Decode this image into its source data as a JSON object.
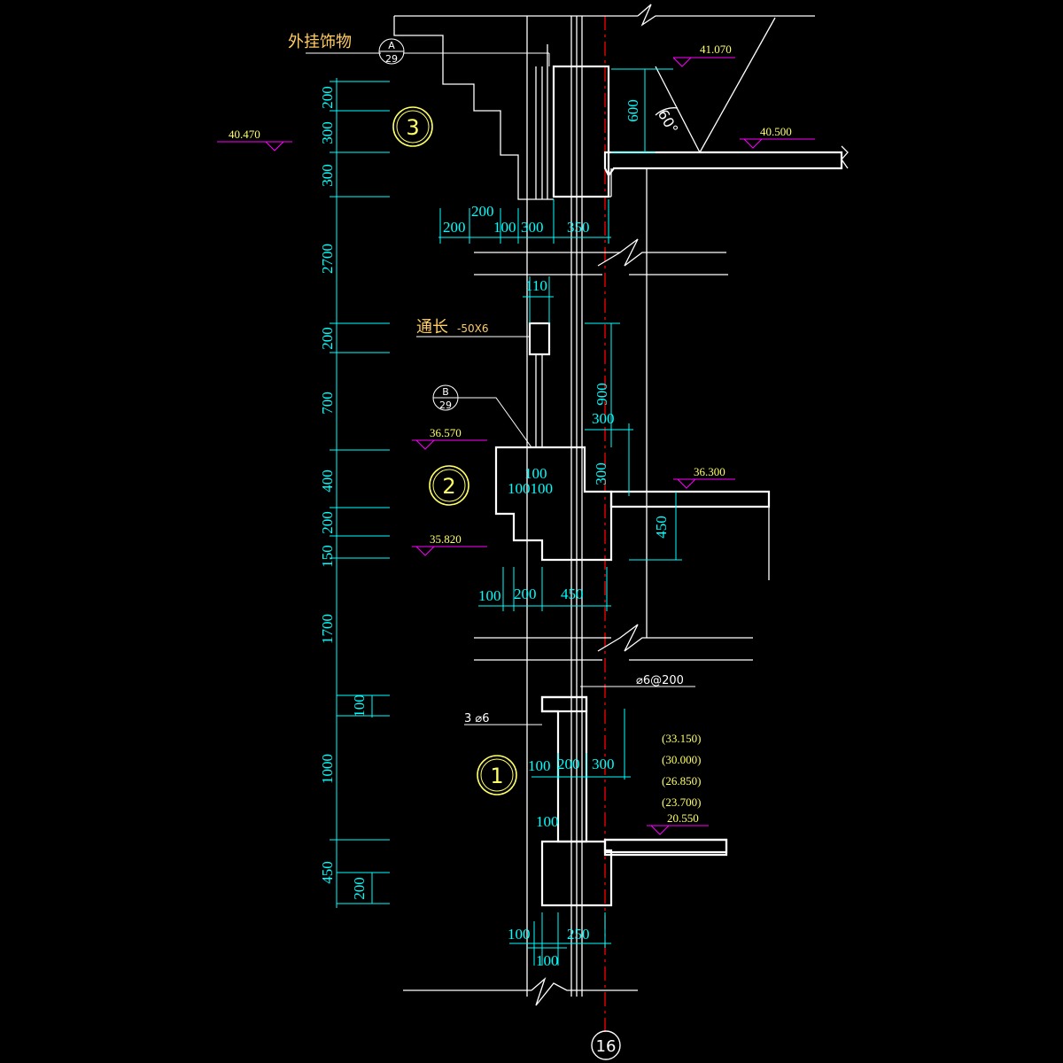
{
  "callouts": {
    "hanging_ornament": "外挂饰物",
    "tongchang": "通长",
    "flat_bar": "-50X6",
    "rebar_3phi6": "3 ⌀6",
    "rebar_phi6_200": "⌀6@200",
    "ref_a_letter": "A",
    "ref_a_sheet": "29",
    "ref_b_letter": "B",
    "ref_b_sheet": "29"
  },
  "axis_label": "16",
  "section_labels": {
    "s1": "1",
    "s2": "2",
    "s3": "3"
  },
  "levels": {
    "l41070": "41.070",
    "l40500": "40.500",
    "l40470": "40.470",
    "l36570": "36.570",
    "l36300": "36.300",
    "l35820": "35.820",
    "l20550": "20.550",
    "l33150": "(33.150)",
    "l30000": "(30.000)",
    "l26850": "(26.850)",
    "l23700": "(23.700)"
  },
  "angle_label": "60°",
  "vertical_dims": [
    "200",
    "300",
    "300",
    "2700",
    "200",
    "700",
    "400",
    "200",
    "150",
    "1700",
    "100",
    "1000",
    "450",
    "200"
  ],
  "section3_dims": {
    "h600": "600",
    "d200a": "200",
    "d200b": "200",
    "d100": "100",
    "d300": "300",
    "d350": "350"
  },
  "section2_dims": {
    "d110": "110",
    "d900": "900",
    "d300a": "300",
    "d300b": "300",
    "d100a": "100",
    "d100100": "100100",
    "d450v": "450",
    "d100b": "100",
    "d200": "200",
    "d450h": "450"
  },
  "section1_dims": {
    "d100a": "100",
    "d200": "200",
    "d300": "300",
    "d100b": "100",
    "d100c": "100",
    "d250": "250",
    "d100d": "100"
  },
  "colors": {
    "background": "#000000",
    "dimension": "#00ffff",
    "outline": "#ffffff",
    "level_mark": "#ff00ff",
    "level_text": "#ffff66",
    "annotation": "#ffcc66",
    "axis": "#ff0000"
  }
}
